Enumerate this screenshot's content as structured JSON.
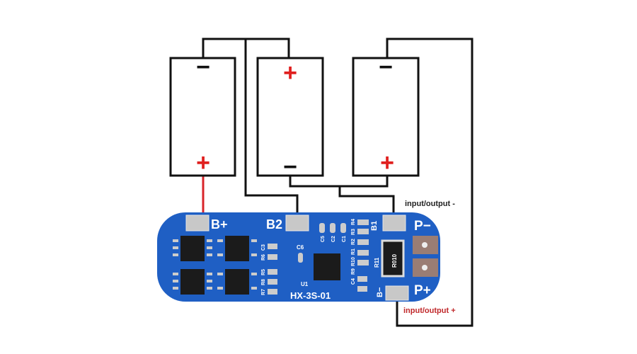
{
  "batteries": [
    {
      "top_sign": "−",
      "bottom_sign": "+"
    },
    {
      "top_sign": "+",
      "bottom_sign": "−"
    },
    {
      "top_sign": "−",
      "bottom_sign": "+"
    }
  ],
  "board": {
    "model": "HX-3S-01",
    "pads": {
      "b_plus": "B+",
      "b2": "B2",
      "b1": "B1",
      "b_minus": "B−",
      "p_minus": "P−",
      "p_plus": "P+"
    },
    "components": [
      "C3",
      "R6",
      "R5",
      "R8",
      "R7",
      "C6",
      "U1",
      "C5",
      "C2",
      "C1",
      "R4",
      "R3",
      "R2",
      "R1",
      "R10",
      "R9",
      "C4",
      "R11",
      "R010"
    ]
  },
  "labels": {
    "output_minus": "input/output -",
    "output_plus": "input/output +"
  },
  "colors": {
    "wire": "#111111",
    "positive": "#e0201f",
    "board": "#1f5fc4",
    "pad": "#c8c8c8",
    "label_plus": "#c0282a"
  }
}
